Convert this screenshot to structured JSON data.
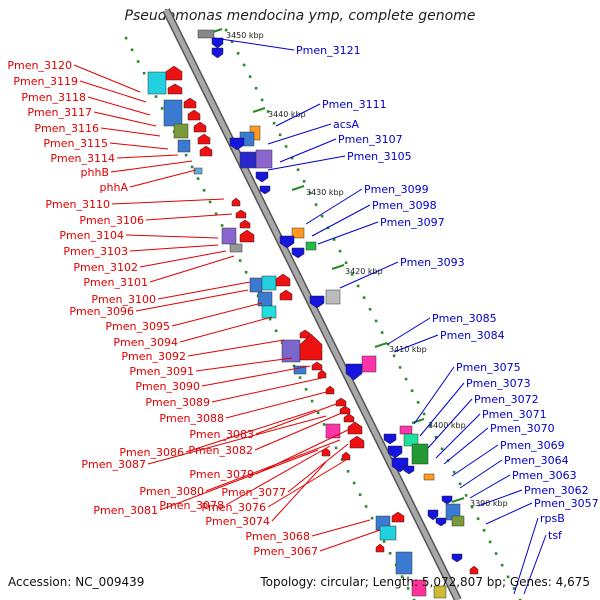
{
  "title": "Pseudomonas mendocina ymp, complete genome",
  "footer": {
    "accession_label": "Accession: NC_009439",
    "summary_label": "Topology: circular; Length: 5,072,807 bp; Genes: 4,675"
  },
  "colors": {
    "left_label": "#e00000",
    "right_label": "#0000cc",
    "backbone": "#a8a8a8",
    "tick": "#2a8a2a",
    "gene_red": "#ee1111",
    "gene_blue": "#1515dd"
  },
  "kbp_labels": [
    "3450 kbp",
    "3440 kbp",
    "3430 kbp",
    "3420 kbp",
    "3410 kbp",
    "3400 kbp",
    "3390 kbp"
  ],
  "left_genes": [
    "Pmen_3120",
    "Pmen_3119",
    "Pmen_3118",
    "Pmen_3117",
    "Pmen_3116",
    "Pmen_3115",
    "Pmen_3114",
    "phhB",
    "phhA",
    "Pmen_3110",
    "Pmen_3106",
    "Pmen_3104",
    "Pmen_3103",
    "Pmen_3102",
    "Pmen_3101",
    "Pmen_3100",
    "Pmen_3096",
    "Pmen_3095",
    "Pmen_3094",
    "Pmen_3092",
    "Pmen_3091",
    "Pmen_3090",
    "Pmen_3089",
    "Pmen_3088",
    "Pmen_3083",
    "Pmen_3082",
    "Pmen_3086",
    "Pmen_3087",
    "Pmen_3079",
    "Pmen_3080",
    "Pmen_3077",
    "Pmen_3078",
    "Pmen_3081",
    "Pmen_3076",
    "Pmen_3074",
    "Pmen_3068",
    "Pmen_3067"
  ],
  "right_genes": [
    "Pmen_3121",
    "Pmen_3111",
    "acsA",
    "Pmen_3107",
    "Pmen_3105",
    "Pmen_3099",
    "Pmen_3098",
    "Pmen_3097",
    "Pmen_3093",
    "Pmen_3085",
    "Pmen_3084",
    "Pmen_3075",
    "Pmen_3073",
    "Pmen_3072",
    "Pmen_3071",
    "Pmen_3070",
    "Pmen_3069",
    "Pmen_3064",
    "Pmen_3063",
    "Pmen_3062",
    "Pmen_3057",
    "rpsB",
    "tsf"
  ]
}
